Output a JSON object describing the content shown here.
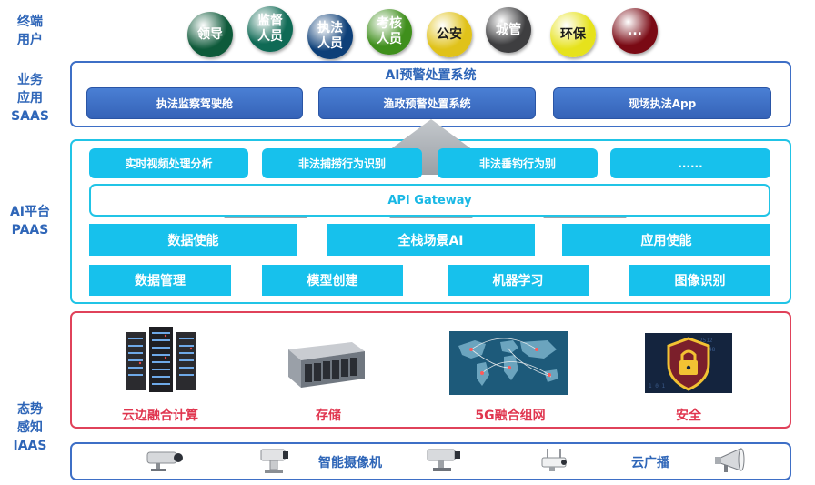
{
  "side_labels": {
    "users": [
      "终端",
      "用户"
    ],
    "saas": [
      "业务",
      "应用",
      "SAAS"
    ],
    "paas": [
      "AI平台",
      "PAAS"
    ],
    "iaas": [
      "态势",
      "感知",
      "IAAS"
    ]
  },
  "users": [
    {
      "label": "领导",
      "color": "#0e5a3a"
    },
    {
      "label": "监督\n人员",
      "color": "#0f6a55"
    },
    {
      "label": "执法\n人员",
      "color": "#0d3f78"
    },
    {
      "label": "考核\n人员",
      "color": "#3f8f1c"
    },
    {
      "label": "公安",
      "color": "#e0c21a"
    },
    {
      "label": "城管",
      "color": "#3e3e40"
    },
    {
      "label": "环保",
      "color": "#e6e21c"
    },
    {
      "label": "...",
      "color": "#7a0a14"
    }
  ],
  "saas": {
    "title": "AI预警处置系统",
    "apps": [
      "执法监察驾驶舱",
      "渔政预警处置系统",
      "现场执法App"
    ]
  },
  "paas": {
    "top_items": [
      "实时视频处理分析",
      "非法捕捞行为识别",
      "非法垂钓行为别",
      "......"
    ],
    "gateway": "API Gateway",
    "middle_items": [
      "数据使能",
      "全栈场景AI",
      "应用使能"
    ],
    "bottom_items": [
      "数据管理",
      "模型创建",
      "机器学习",
      "图像识别"
    ]
  },
  "iaas": {
    "items": [
      "云边融合计算",
      "存储",
      "5G融合组网",
      "安全"
    ]
  },
  "devices": {
    "camera_label": "智能摄像机",
    "broadcast_label": "云广播"
  }
}
